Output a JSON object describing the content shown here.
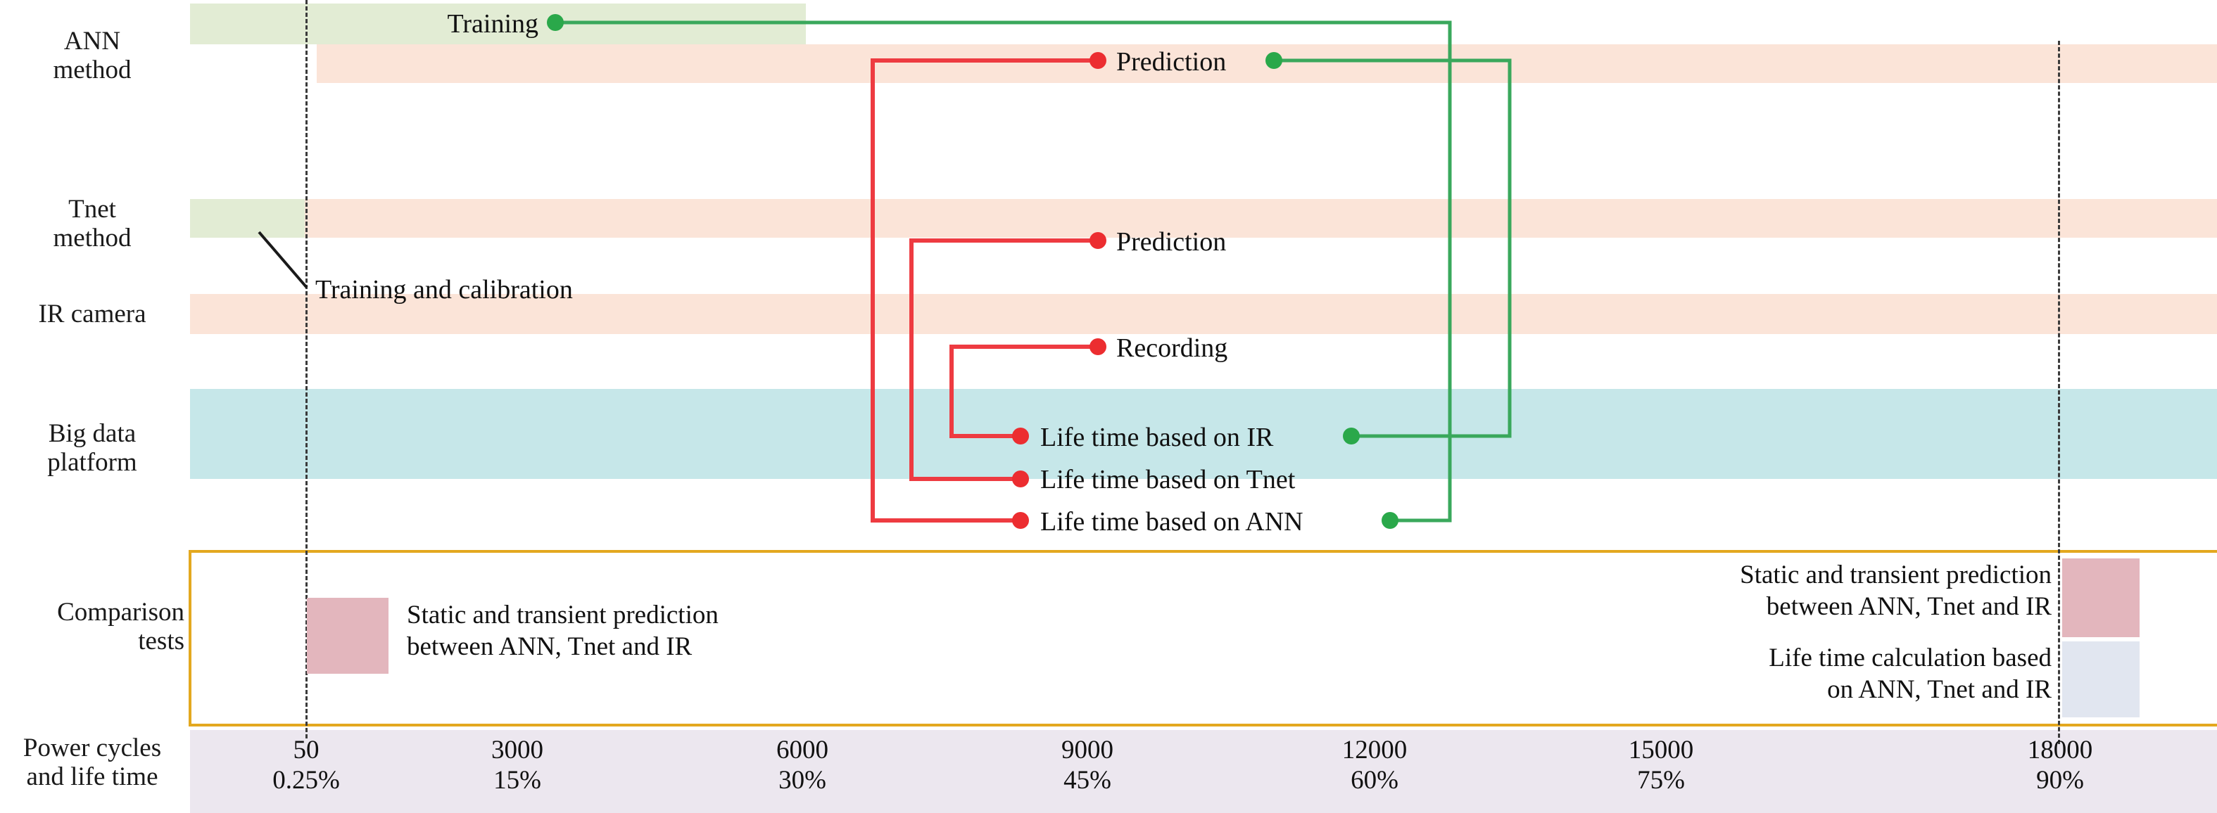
{
  "rows": [
    {
      "key": "ann",
      "label": "ANN\nmethod"
    },
    {
      "key": "tnet",
      "label": "Tnet\nmethod"
    },
    {
      "key": "ir",
      "label": "IR camera"
    },
    {
      "key": "bigdata",
      "label": "Big data\nplatform"
    },
    {
      "key": "compare",
      "label": "Comparison\ntests"
    },
    {
      "key": "axis",
      "label": "Power cycles\nand life time"
    }
  ],
  "row_labels": {
    "ann_line1": "ANN",
    "ann_line2": "method",
    "tnet_line1": "Tnet",
    "tnet_line2": "method",
    "ir": "IR camera",
    "bigdata_line1": "Big data",
    "bigdata_line2": "platform",
    "compare_line1": "Comparison",
    "compare_line2": "tests",
    "axis_line1": "Power cycles",
    "axis_line2": "and life time"
  },
  "nodes": [
    {
      "id": "training",
      "label": "Training",
      "row": "ann",
      "marker": "green"
    },
    {
      "id": "ann-prediction",
      "label": "Prediction",
      "row": "ann",
      "marker": "both"
    },
    {
      "id": "tnet-prediction",
      "label": "Prediction",
      "row": "tnet",
      "marker": "red"
    },
    {
      "id": "ir-recording",
      "label": "Recording",
      "row": "ir",
      "marker": "red"
    },
    {
      "id": "lt-ir",
      "label": "Life time based on IR",
      "row": "bigdata",
      "marker": "both"
    },
    {
      "id": "lt-tnet",
      "label": "Life time based on Tnet",
      "row": "bigdata",
      "marker": "red"
    },
    {
      "id": "lt-ann",
      "label": "Life time based on ANN",
      "row": "bigdata",
      "marker": "both"
    }
  ],
  "annotation": {
    "training_calibration": "Training and calibration"
  },
  "comparison": {
    "left": {
      "text_line1": "Static and transient prediction",
      "text_line2": "between ANN, Tnet and IR",
      "swatch": "pink"
    },
    "right_top": {
      "text_line1": "Static and transient prediction",
      "text_line2": "between ANN, Tnet and IR",
      "swatch": "pink"
    },
    "right_bottom": {
      "text_line1": "Life time calculation based",
      "text_line2": "on ANN, Tnet and IR",
      "swatch": "blue"
    }
  },
  "chart_data": {
    "type": "table",
    "title": "Power cycles and life time",
    "categories": [
      "50",
      "3000",
      "6000",
      "9000",
      "12000",
      "15000",
      "18000"
    ],
    "series": [
      {
        "name": "Power cycles",
        "values": [
          "50",
          "3000",
          "6000",
          "9000",
          "12000",
          "15000",
          "18000"
        ]
      },
      {
        "name": "Life time",
        "values": [
          "0.25%",
          "15%",
          "30%",
          "45%",
          "60%",
          "75%",
          "90%"
        ]
      }
    ],
    "xlabel": "Power cycles and life time",
    "ylabel": "",
    "grid": false,
    "legend": "none",
    "guides": [
      "50",
      "18000"
    ]
  },
  "colors": {
    "band_green": "#e2ecd4",
    "band_orange": "#fbe4d8",
    "band_cyan": "#c6e7e9",
    "band_lilac": "#ece7ef",
    "connector_red": "#ee3b41",
    "connector_green": "#3aa85c",
    "marker_red": "#ec2d30",
    "marker_green": "#2aa84a",
    "box_border": "#e3a81f",
    "swatch_pink": "#e3b6bd",
    "swatch_blue": "#e1e6f0",
    "guide_line": "#3b3b3b"
  }
}
